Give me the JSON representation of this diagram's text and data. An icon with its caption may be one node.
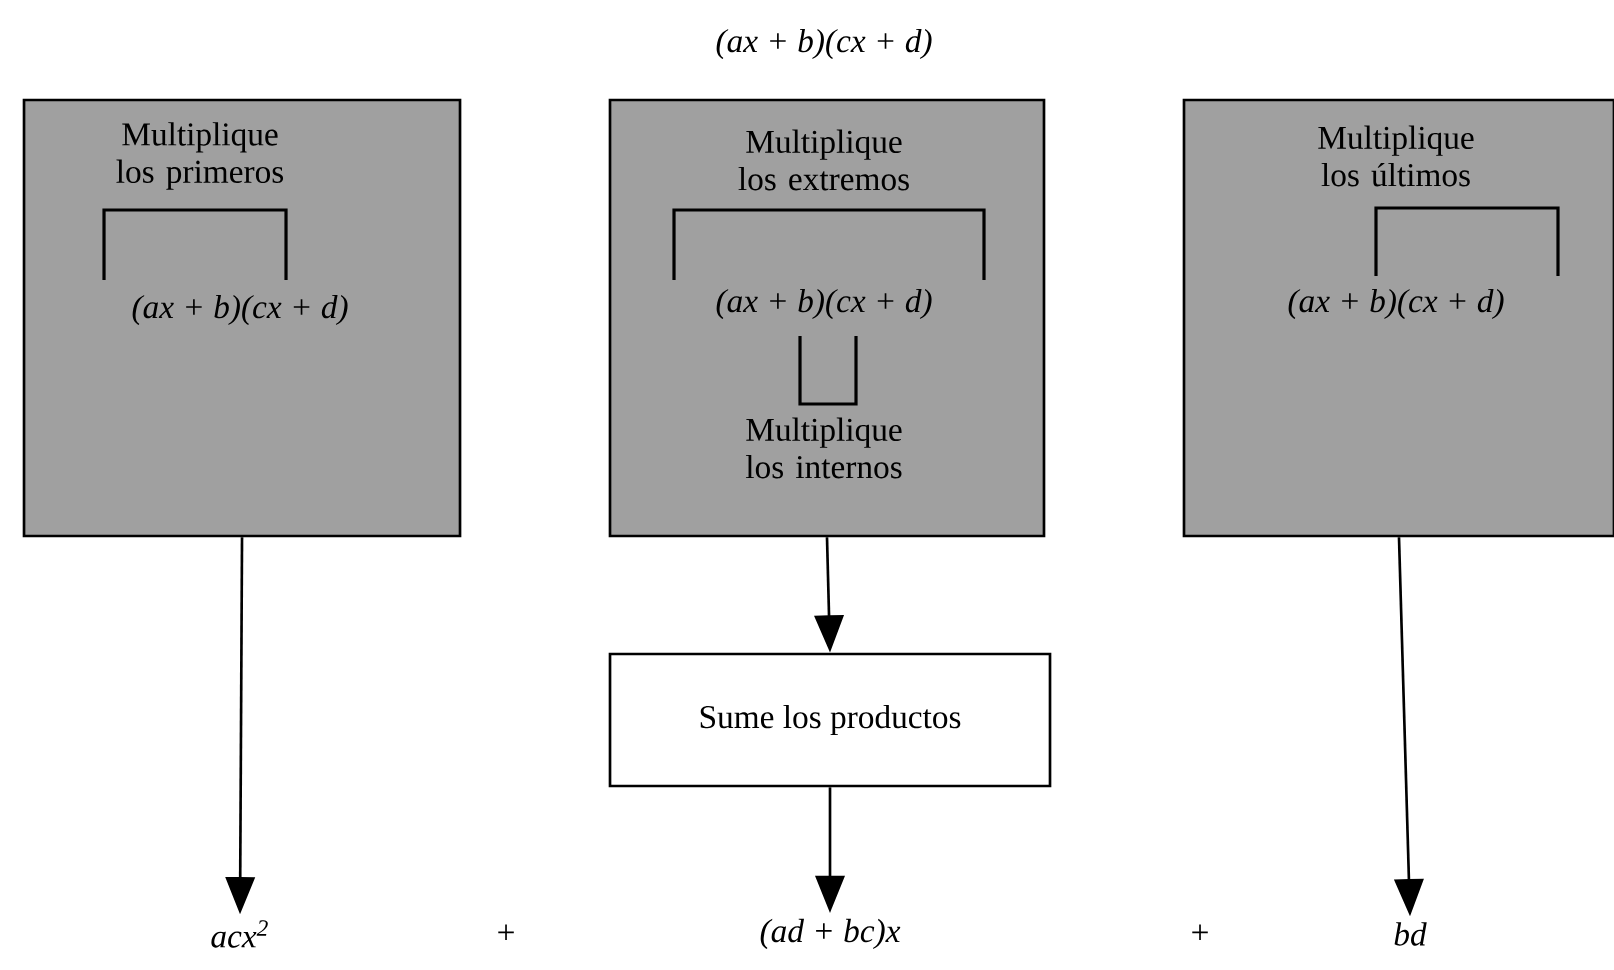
{
  "diagram": {
    "nodes": [
      {
        "text": [
          "Multiplique los primeros",
          "(ax + b)(cx + d)"
        ]
      },
      {
        "text": [
          "Multiplique los extremos",
          "(ax + b)(cx + d)",
          "Multiplique los internos"
        ],
        "beside": [
          "(ax + b)(cx + d)"
        ]
      },
      {
        "text": [
          "Multiplique los últimos",
          "(ax + b)(cx + d)"
        ]
      },
      {
        "text": [
          "Sume los productos"
        ]
      },
      {
        "text": [
          "acx$^{2}$"
        ]
      },
      {
        "text": [
          "(ad + bc)x"
        ]
      },
      {
        "text": [
          "bd"
        ]
      }
    ],
    "edges": [
      {
        "from": 0,
        "to": 4,
        "arrow": "to"
      },
      {
        "from": 1,
        "to": 3,
        "arrow": "to"
      },
      {
        "from": 3,
        "to": 5,
        "arrow": "to"
      },
      {
        "from": 2,
        "to": 6,
        "arrow": "to"
      }
    ],
    "labels": [
      "+",
      "+"
    ]
  }
}
